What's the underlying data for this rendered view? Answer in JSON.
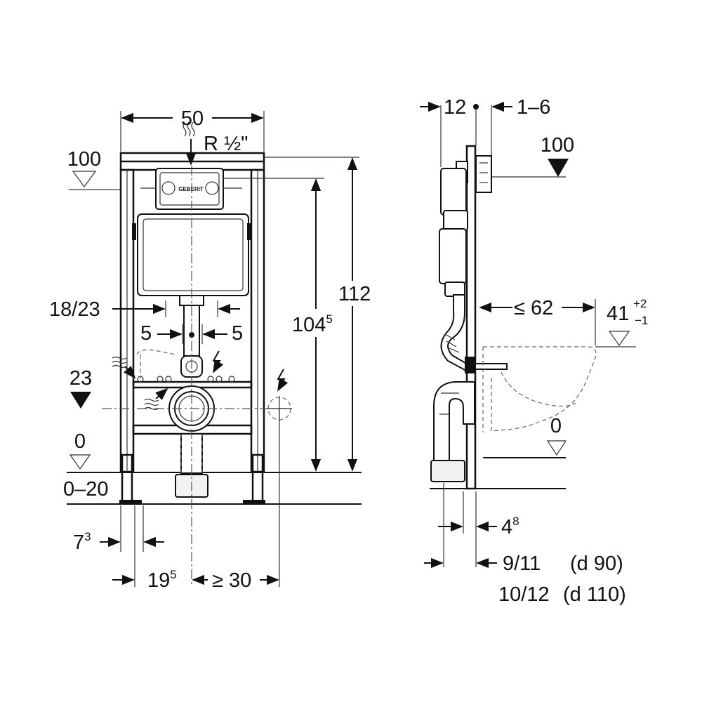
{
  "front_view": {
    "width": "50",
    "supply": "R ½\"",
    "level_100": "100",
    "level_23": "23",
    "level_0": "0",
    "range_0_20": "0–20",
    "dim_18_23": "18/23",
    "dim_5_left": "5",
    "dim_5_right": "5",
    "height_104": "104",
    "height_104_sup": "5",
    "height_112": "112",
    "dim_7": "7",
    "dim_7_sup": "3",
    "dim_19": "19",
    "dim_19_sup": "5",
    "dim_30": "≥ 30"
  },
  "side_view": {
    "dim_12": "12",
    "dim_1_6": "1–6",
    "level_100": "100",
    "dim_62": "≤ 62",
    "dim_41": "41",
    "dim_41_sup": "+2",
    "dim_41_sub": "−1",
    "level_0": "0",
    "dim_4": "4",
    "dim_4_sup": "8",
    "dim_9_11": "9/11",
    "d90": "(d 90)",
    "dim_10_12": "10/12",
    "d110": "(d 110)"
  },
  "icons": [
    "water-supply-icon",
    "electrical-icon",
    "level-marker-icon",
    "dimension-arrow-icon"
  ]
}
